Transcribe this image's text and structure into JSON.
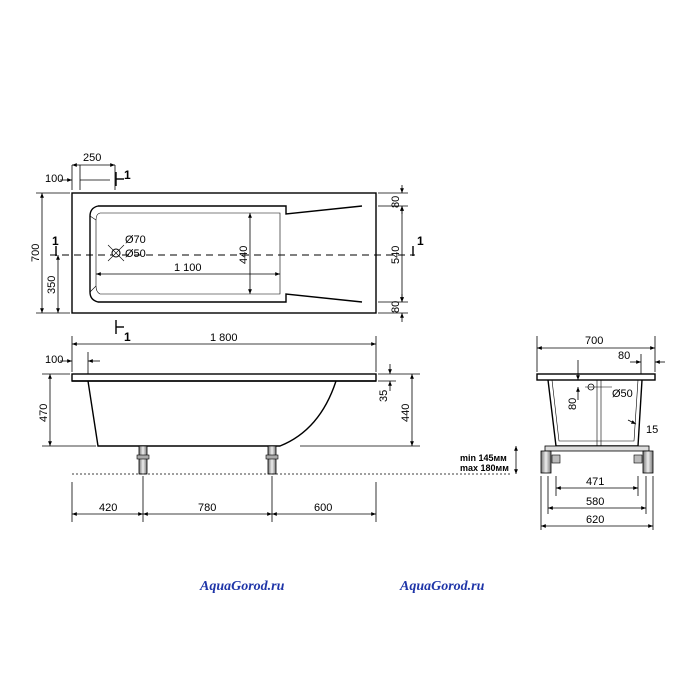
{
  "top_view": {
    "dims": {
      "d250": "250",
      "d100": "100",
      "d700": "700",
      "d350": "350",
      "d1100": "1 100",
      "d440": "440",
      "d80_top": "80",
      "d540": "540",
      "d80_bottom": "80",
      "drain70": "Ø70",
      "drain50": "Ø50"
    },
    "section_mark": "1"
  },
  "side_view": {
    "dims": {
      "d1800": "1 800",
      "d100": "100",
      "d470": "470",
      "d35": "35",
      "d440": "440",
      "d420": "420",
      "d780": "780",
      "d600": "600"
    },
    "leg_height": {
      "min": "min 145мм",
      "max": "max 180мм"
    }
  },
  "end_view": {
    "dims": {
      "d700": "700",
      "d80_right": "80",
      "d80": "80",
      "drain50": "Ø50",
      "d15": "15",
      "d471": "471",
      "d580": "580",
      "d620": "620"
    }
  },
  "watermarks": [
    "AquaGorod.ru",
    "AquaGorod.ru"
  ],
  "colors": {
    "lines": "#000000",
    "watermark": "#1f35a8"
  }
}
